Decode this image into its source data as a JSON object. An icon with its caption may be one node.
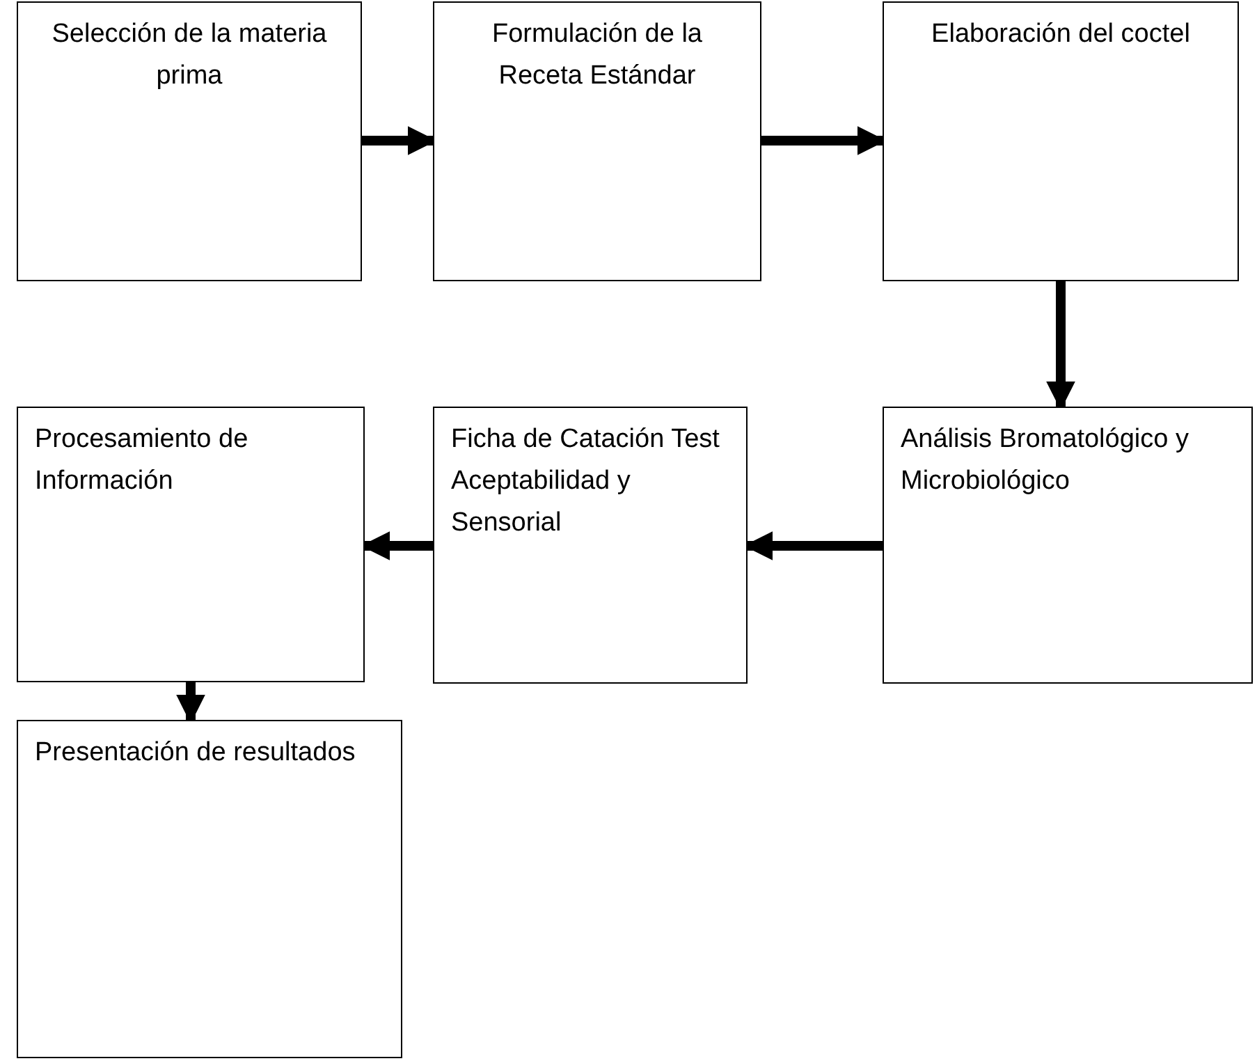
{
  "diagram": {
    "nodes": [
      {
        "text": [
          "Selección de la materia prima"
        ]
      },
      {
        "text": [
          "Formulación de la Receta Estándar"
        ]
      },
      {
        "text": [
          "Elaboración del coctel"
        ]
      },
      {
        "text": [
          "Procesamiento de Información"
        ]
      },
      {
        "text": [
          "Ficha de Catación Test Aceptabilidad y Sensorial"
        ]
      },
      {
        "text": [
          "Análisis Bromatológico y Microbiológico"
        ]
      },
      {
        "text": [
          "Presentación de resultados"
        ]
      }
    ],
    "edges": [
      {
        "from": 0,
        "to": 1,
        "arrow": "to"
      },
      {
        "from": 1,
        "to": 2,
        "arrow": "to"
      },
      {
        "from": 2,
        "to": 5,
        "arrow": "to"
      },
      {
        "from": 5,
        "to": 4,
        "arrow": "to"
      },
      {
        "from": 4,
        "to": 3,
        "arrow": "to"
      },
      {
        "from": 3,
        "to": 6,
        "arrow": "to"
      }
    ]
  }
}
